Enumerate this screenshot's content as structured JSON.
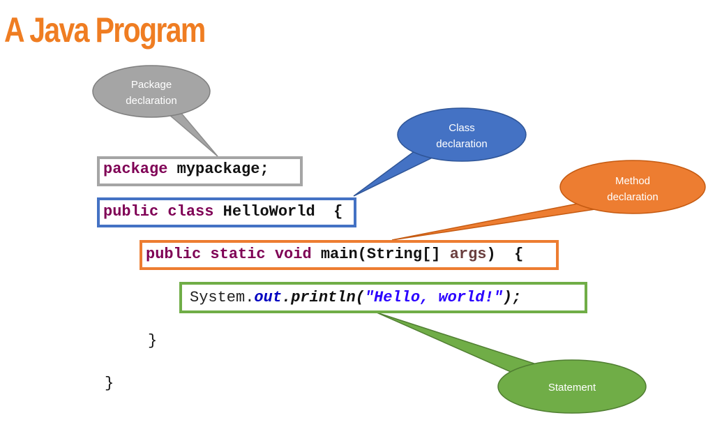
{
  "title": "A Java Program",
  "callouts": {
    "package": "Package declaration",
    "class": "Class declaration",
    "method": "Method declaration",
    "statement": "Statement"
  },
  "callout_lines": {
    "package": [
      "Package",
      "declaration"
    ],
    "class": [
      "Class",
      "declaration"
    ],
    "method": [
      "Method",
      "declaration"
    ],
    "statement": [
      "Statement"
    ]
  },
  "code": {
    "package_kw": "package",
    "package_name": "mypackage;",
    "public_kw": "public",
    "class_kw": "class",
    "class_name": "HelloWorld",
    "class_open": "{",
    "method_public": "public",
    "method_static": "static",
    "method_void": "void",
    "method_sig": "main(String[]",
    "method_arg": "args",
    "method_close_paren": ")",
    "method_open": "{",
    "stmt_system": "System.",
    "stmt_out": "out",
    "stmt_dot": ".",
    "stmt_println": "println(",
    "stmt_string": "\"Hello, world!\"",
    "stmt_end": ");",
    "method_close": "}",
    "class_close": "}"
  },
  "colors": {
    "title": "#ef7d22",
    "package_box": "#a5a5a5",
    "class_box": "#4472c4",
    "method_box": "#ed7d31",
    "statement_box": "#70ad47"
  }
}
